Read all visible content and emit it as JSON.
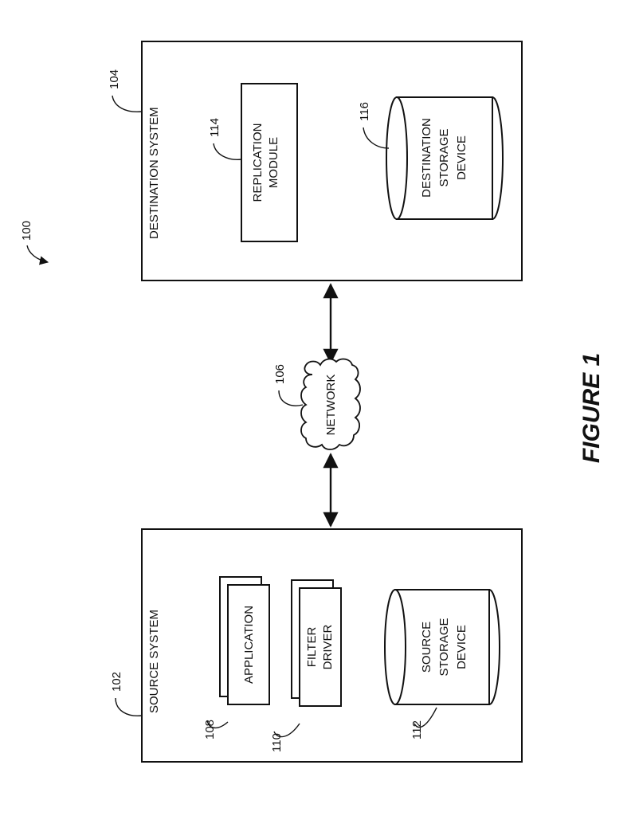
{
  "figure": {
    "ref": "100",
    "caption": "FIGURE 1"
  },
  "destination_system": {
    "ref": "104",
    "label": "DESTINATION SYSTEM",
    "replication_module": {
      "ref": "114",
      "line1": "REPLICATION",
      "line2": "MODULE"
    },
    "storage_device": {
      "ref": "116",
      "line1": "DESTINATION",
      "line2": "STORAGE",
      "line3": "DEVICE"
    }
  },
  "network": {
    "ref": "106",
    "label": "NETWORK"
  },
  "source_system": {
    "ref": "102",
    "label": "SOURCE SYSTEM",
    "application": {
      "ref": "108",
      "label": "APPLICATION"
    },
    "filter_driver": {
      "ref": "110",
      "line1": "FILTER",
      "line2": "DRIVER"
    },
    "storage_device": {
      "ref": "112",
      "line1": "SOURCE",
      "line2": "STORAGE",
      "line3": "DEVICE"
    }
  }
}
